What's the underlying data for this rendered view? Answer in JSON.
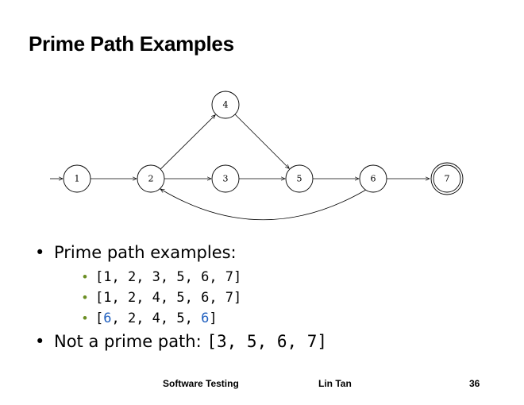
{
  "slide": {
    "title": "Prime Path Examples"
  },
  "graph": {
    "nodes": [
      {
        "id": "1",
        "label": "1"
      },
      {
        "id": "2",
        "label": "2"
      },
      {
        "id": "3",
        "label": "3"
      },
      {
        "id": "4",
        "label": "4"
      },
      {
        "id": "5",
        "label": "5"
      },
      {
        "id": "6",
        "label": "6"
      },
      {
        "id": "7",
        "label": "7",
        "final": true
      }
    ],
    "edges": [
      [
        "start",
        "1"
      ],
      [
        "1",
        "2"
      ],
      [
        "2",
        "3"
      ],
      [
        "2",
        "4"
      ],
      [
        "3",
        "5"
      ],
      [
        "4",
        "5"
      ],
      [
        "5",
        "6"
      ],
      [
        "6",
        "7"
      ],
      [
        "6",
        "2"
      ]
    ]
  },
  "bullets": {
    "heading": "Prime path examples:",
    "examples": [
      {
        "open": "[",
        "first": "1",
        "middle": ", 2, 3, 5, 6, ",
        "last": "7",
        "close": "]",
        "highlight": false
      },
      {
        "open": "[",
        "first": "1",
        "middle": ", 2, 4, 5, 6, ",
        "last": "7",
        "close": "]",
        "highlight": false
      },
      {
        "open": "[",
        "first": "6",
        "middle": ", 2, 4, 5, ",
        "last": "6",
        "close": "]",
        "highlight": true
      }
    ],
    "not_prime_label": "Not a prime path: ",
    "not_prime_value": "[3, 5, 6, 7]"
  },
  "footer": {
    "course": "Software Testing",
    "author": "Lin Tan",
    "page": "36"
  },
  "colors": {
    "highlight": "#1f5fbf",
    "sub_bullet": "#6b8e23"
  }
}
